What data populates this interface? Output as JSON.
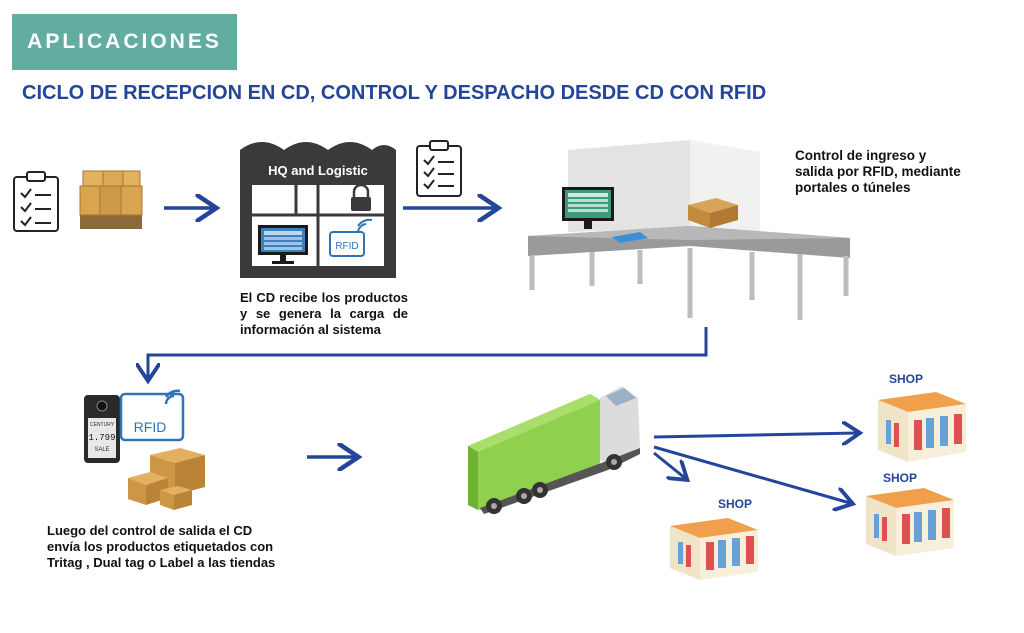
{
  "header": {
    "badge": "APLICACIONES",
    "title": "CICLO DE RECEPCION EN CD, CONTROL Y DESPACHO DESDE CD CON RFID"
  },
  "warehouse": {
    "label": "HQ and Logistic",
    "rfid": "RFID"
  },
  "captions": {
    "cd_receives": "El CD recibe los productos y se genera la carga de información al sistema",
    "portal_control": "Control de ingreso y salida por RFID, mediante portales o túneles",
    "dispatch": "Luego del control de salida el CD envía los productos etiquetados con Tritag , Dual tag o Label a las tiendas"
  },
  "tag_device": {
    "rfid": "RFID",
    "brand": "CENTURY",
    "price": "1.799",
    "sale": "SALE"
  },
  "shops": [
    "SHOP",
    "SHOP",
    "SHOP"
  ],
  "colors": {
    "badge": "#62aca0",
    "title": "#24459a",
    "arrow": "#24459a",
    "truck_cargo": "#7cc242",
    "building": "#3a3a3c"
  }
}
